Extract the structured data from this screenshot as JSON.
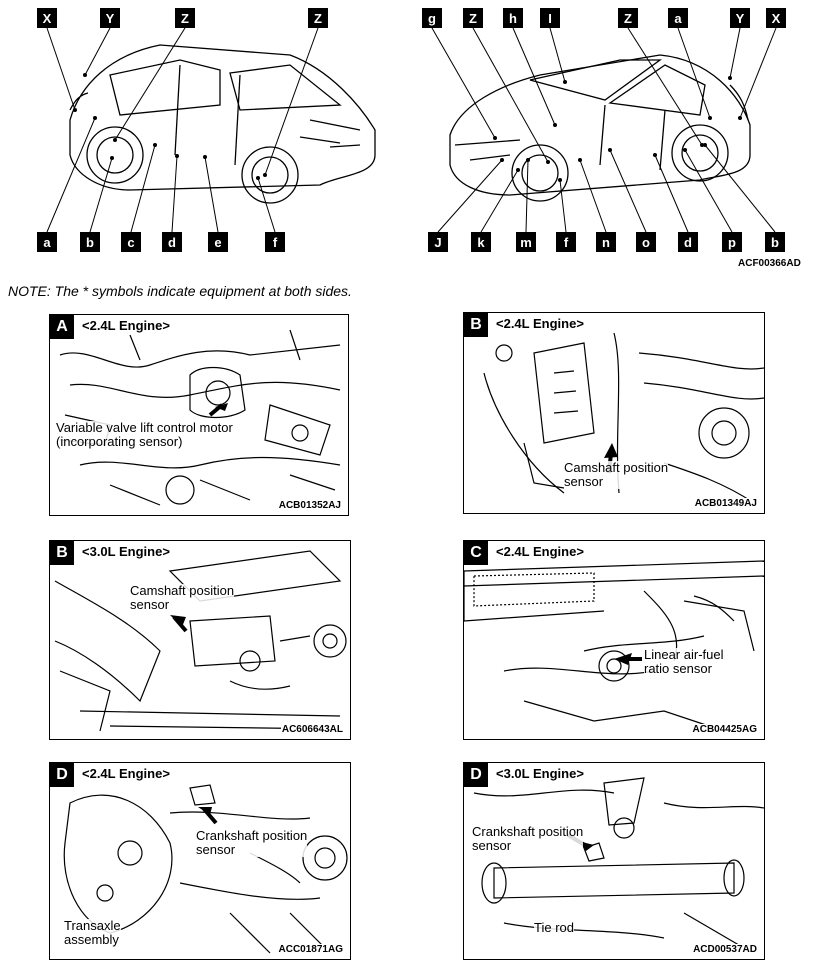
{
  "overview": {
    "left_top_labels": [
      "X",
      "Y",
      "Z",
      "Z"
    ],
    "left_bottom_labels": [
      "a",
      "b",
      "c",
      "d",
      "e",
      "f"
    ],
    "right_top_labels": [
      "g",
      "Z",
      "h",
      "I",
      "Z",
      "a",
      "Y",
      "X"
    ],
    "right_bottom_labels": [
      "J",
      "k",
      "m",
      "f",
      "n",
      "o",
      "d",
      "p",
      "b"
    ],
    "figure_code": "ACF00366AD"
  },
  "note": "NOTE: The * symbols indicate equipment at both sides.",
  "panels": [
    {
      "tag": "A",
      "title": "<2.4L Engine>",
      "caption": "Variable valve lift control motor\n(incorporating sensor)",
      "code": "ACB01352AJ"
    },
    {
      "tag": "B",
      "title": "<2.4L Engine>",
      "caption": "Camshaft position\nsensor",
      "code": "ACB01349AJ"
    },
    {
      "tag": "B",
      "title": "<3.0L Engine>",
      "caption": "Camshaft position\nsensor",
      "code": "AC606643AL"
    },
    {
      "tag": "C",
      "title": "<2.4L Engine>",
      "caption": "Linear air-fuel\nratio sensor",
      "code": "ACB04425AG"
    },
    {
      "tag": "D",
      "title": "<2.4L Engine>",
      "caption": "Crankshaft position\nsensor",
      "caption2": "Transaxle\nassembly",
      "code": "ACC01871AG"
    },
    {
      "tag": "D",
      "title": "<3.0L Engine>",
      "caption": "Crankshaft position\nsensor",
      "caption2": "Tie rod",
      "code": "ACD00537AD"
    }
  ]
}
